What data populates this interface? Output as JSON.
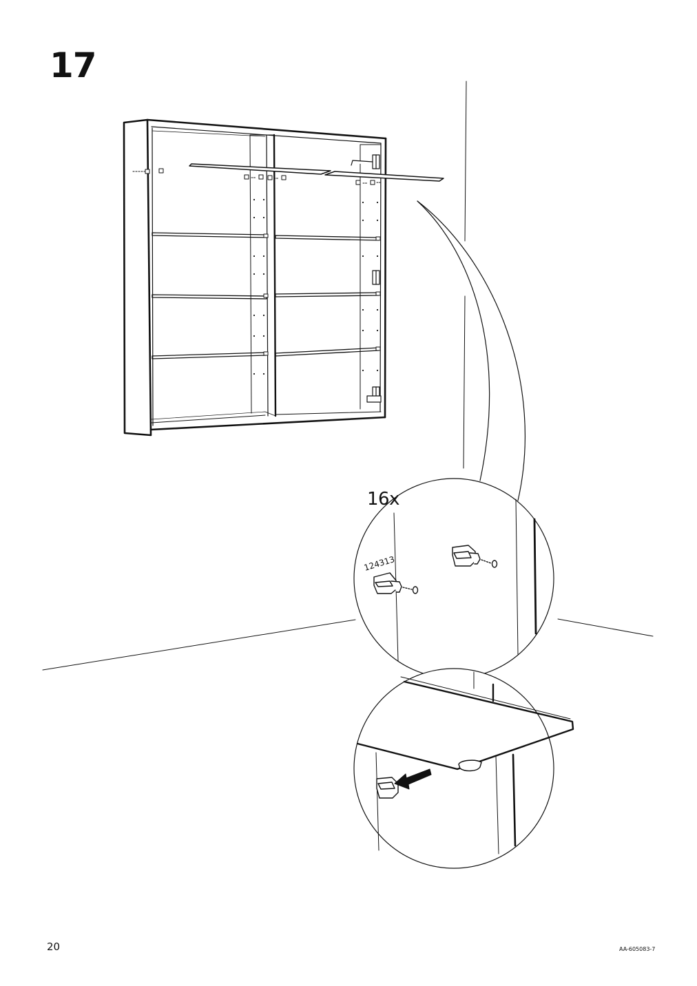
{
  "step": {
    "number": "17"
  },
  "detail": {
    "quantity": "16x",
    "part_number": "124313"
  },
  "footer": {
    "page_number": "20",
    "doc_code": "AA-605083-7"
  },
  "icons": [
    "shelf-support-pin-icon",
    "push-arrow-icon",
    "hinge-icon"
  ],
  "colors": {
    "ink": "#111111",
    "background": "#ffffff"
  }
}
